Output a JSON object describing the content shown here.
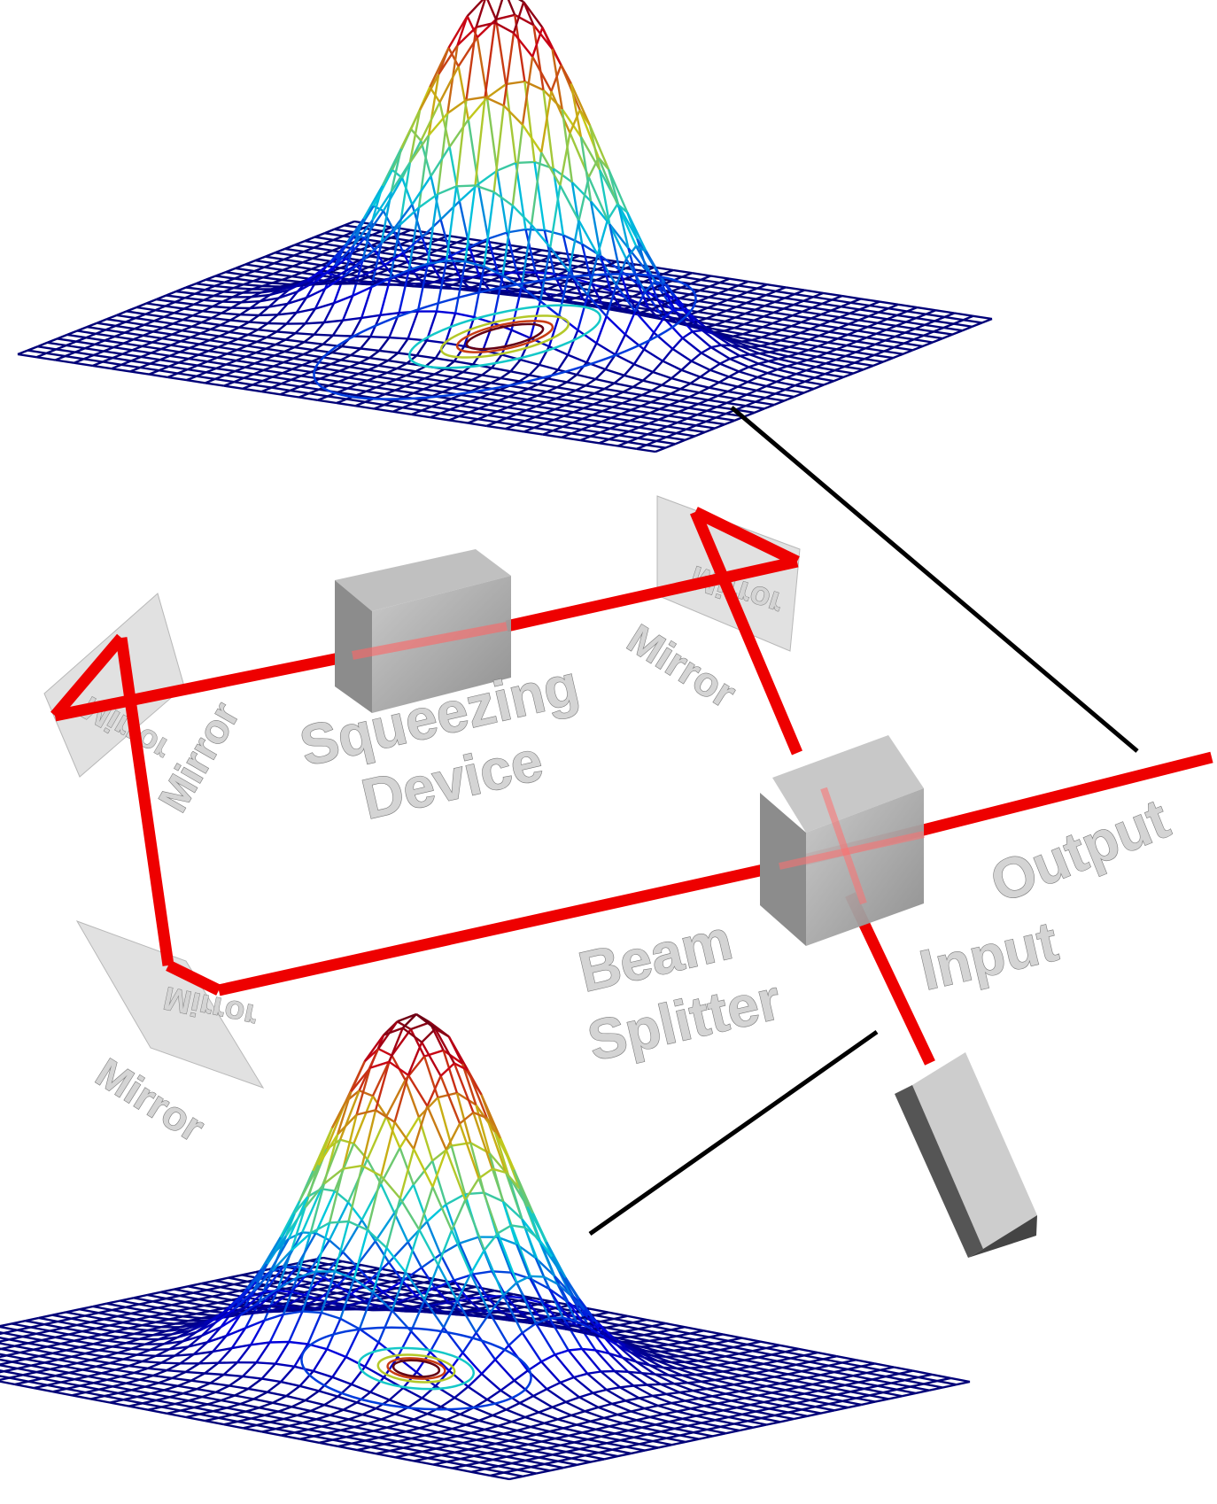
{
  "labels": {
    "squeezing_line1": "Squeezing",
    "squeezing_line2": "Device",
    "beam_line1": "Beam",
    "beam_line2": "Splitter",
    "input": "Input",
    "output": "Output",
    "mirror_left_top": "Mirror",
    "mirror_right_top": "Mirror",
    "mirror_left_bottom": "Mirror",
    "mirror_back_top": "Mirror",
    "mirror_back_left": "Mirror",
    "mirror_back_bottom": "Mirror"
  },
  "colors": {
    "beam": "#ee0000",
    "box": "#9a9a9a",
    "mirror": "#dcdcdc",
    "mesh_low": "#0a0a78",
    "mesh_high": "#b00000"
  },
  "surfaces": {
    "top": {
      "kind": "squeezed-gaussian",
      "colormap": "jet"
    },
    "bottom": {
      "kind": "gaussian",
      "colormap": "jet"
    }
  }
}
